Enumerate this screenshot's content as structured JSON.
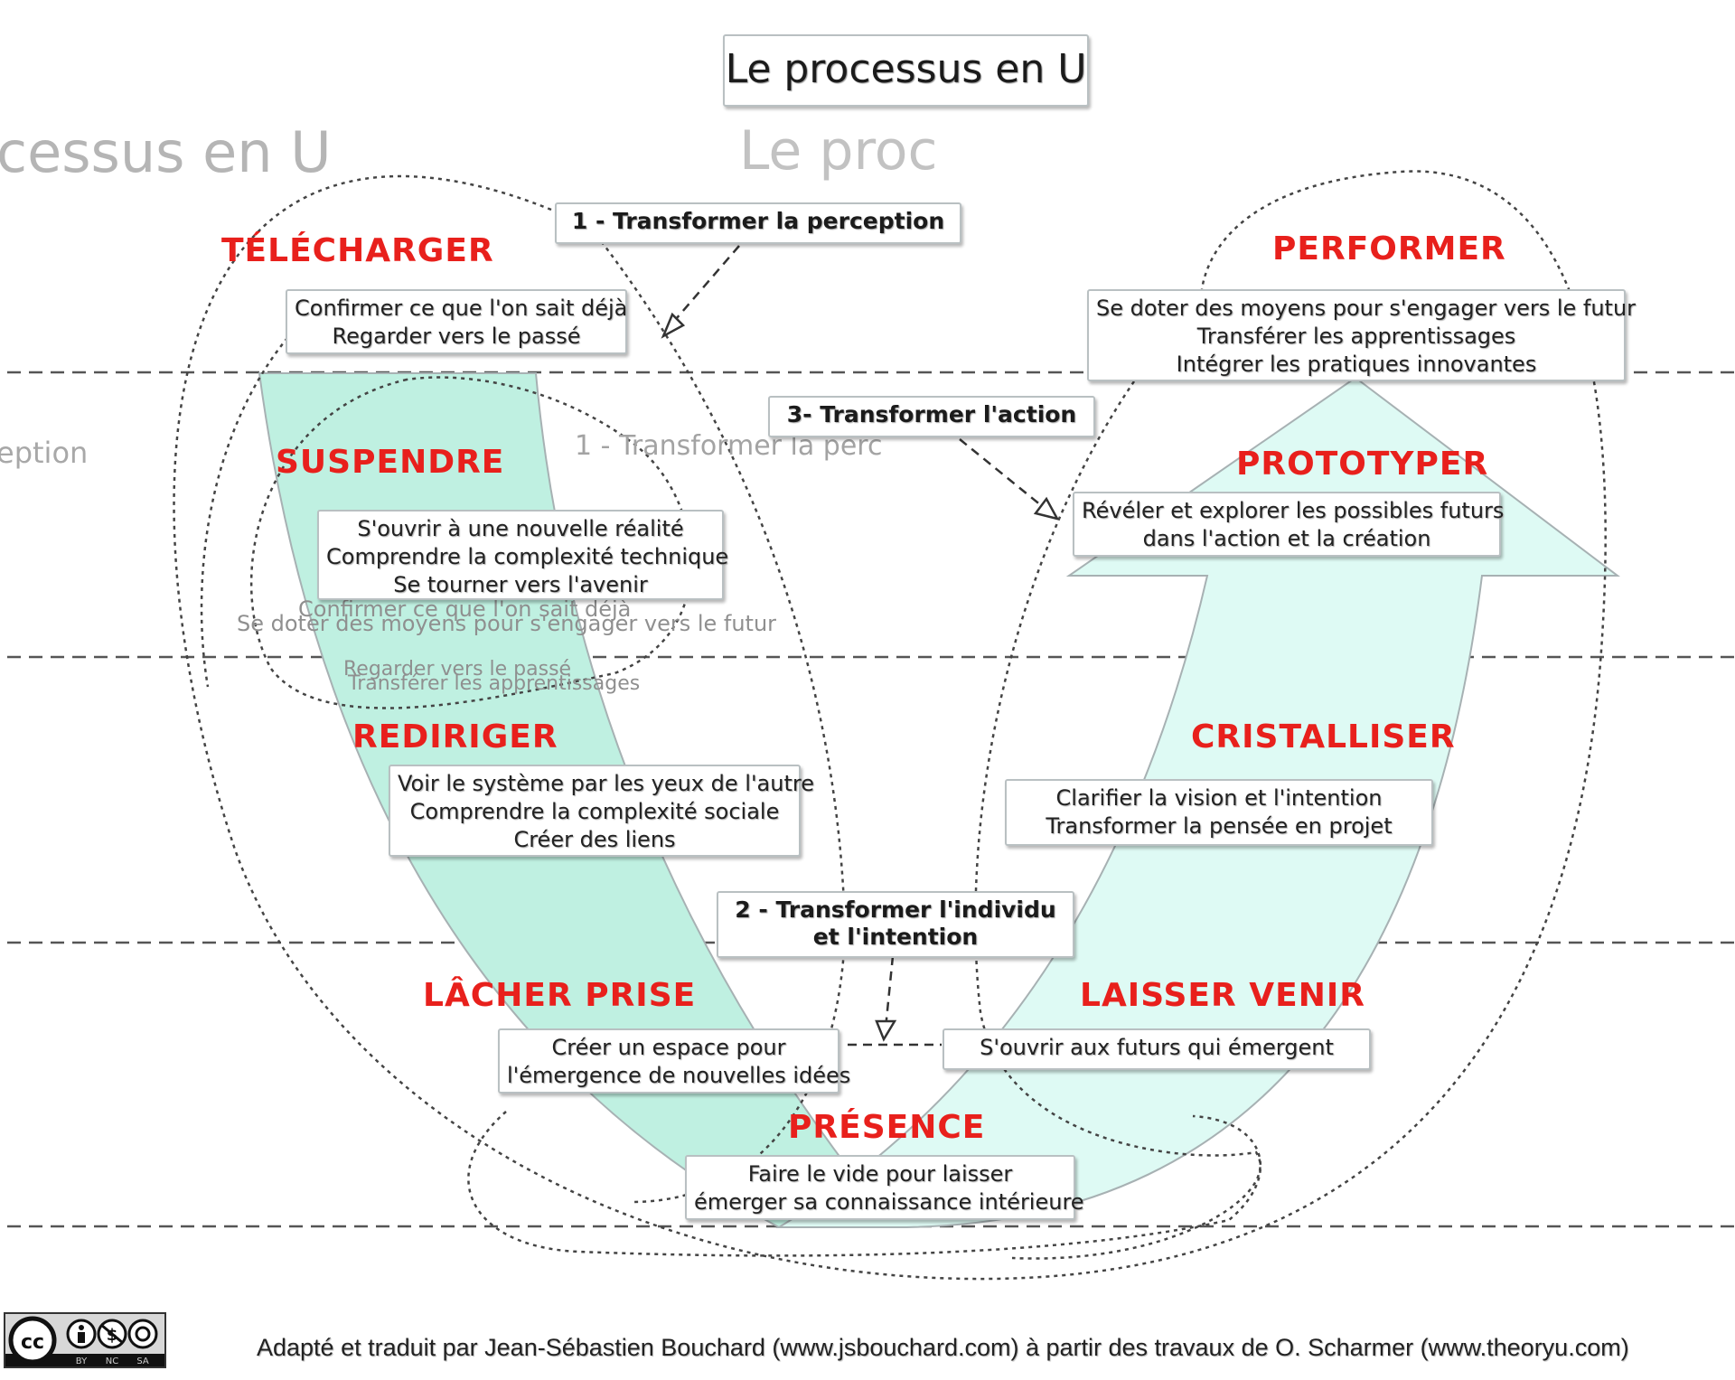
{
  "title": "Le processus en U",
  "steps": {
    "step1": "1 - Transformer la perception",
    "step2": [
      "2 - Transformer l'individu",
      "et l'intention"
    ],
    "step3": "3- Transformer l'action"
  },
  "stages": [
    {
      "name": "TÉLÉCHARGER",
      "lines": [
        "Confirmer ce que l'on sait déjà",
        "Regarder vers le passé"
      ]
    },
    {
      "name": "SUSPENDRE",
      "lines": [
        "S'ouvrir à une nouvelle réalité",
        "Comprendre la complexité technique",
        "Se tourner vers l'avenir"
      ]
    },
    {
      "name": "REDIRIGER",
      "lines": [
        "Voir le système par les yeux de l'autre",
        "Comprendre la complexité sociale",
        "Créer des liens"
      ]
    },
    {
      "name": "LÂCHER PRISE",
      "lines": [
        "Créer un espace pour",
        "l'émergence de nouvelles idées"
      ]
    },
    {
      "name": "PRÉSENCE",
      "lines": [
        "Faire le vide pour laisser",
        "émerger sa connaissance intérieure"
      ]
    },
    {
      "name": "LAISSER VENIR",
      "lines": [
        "S'ouvrir aux futurs qui émergent"
      ]
    },
    {
      "name": "CRISTALLISER",
      "lines": [
        "Clarifier la vision et l'intention",
        "Transformer la pensée en projet"
      ]
    },
    {
      "name": "PROTOTYPER",
      "lines": [
        "Révéler et explorer les possibles futurs",
        "dans l'action et la création"
      ]
    },
    {
      "name": "PERFORMER",
      "lines": [
        "Se doter des moyens pour s'engager vers le futur",
        "Transférer les apprentissages",
        "Intégrer les pratiques innovantes"
      ]
    }
  ],
  "ghosts": {
    "left_title": "cessus en U",
    "top_title": "Le proc",
    "left_perception": "eption",
    "mid_step": "1 - Transformer la perc",
    "mid_l1": "Confirmer ce que l'on sait déjà",
    "mid_l2": "Se doter des moyens pour s'engager vers le futur",
    "mid_l3": "Regarder vers le passé",
    "mid_l4": "Transférer les apprentissages"
  },
  "footer": "Adapté et traduit par Jean-Sébastien Bouchard (www.jsbouchard.com) à partir des travaux de O. Scharmer (www.theoryu.com)",
  "license": {
    "labels": [
      "BY",
      "NC",
      "SA"
    ],
    "icons": [
      "cc-icon",
      "by-icon",
      "nc-icon",
      "sa-icon"
    ]
  },
  "colors": {
    "stage_red": "#e8201c",
    "left_arm": "#bff0e1",
    "right_arm": "#defaf4",
    "arm_border": "#a7b1b3"
  }
}
